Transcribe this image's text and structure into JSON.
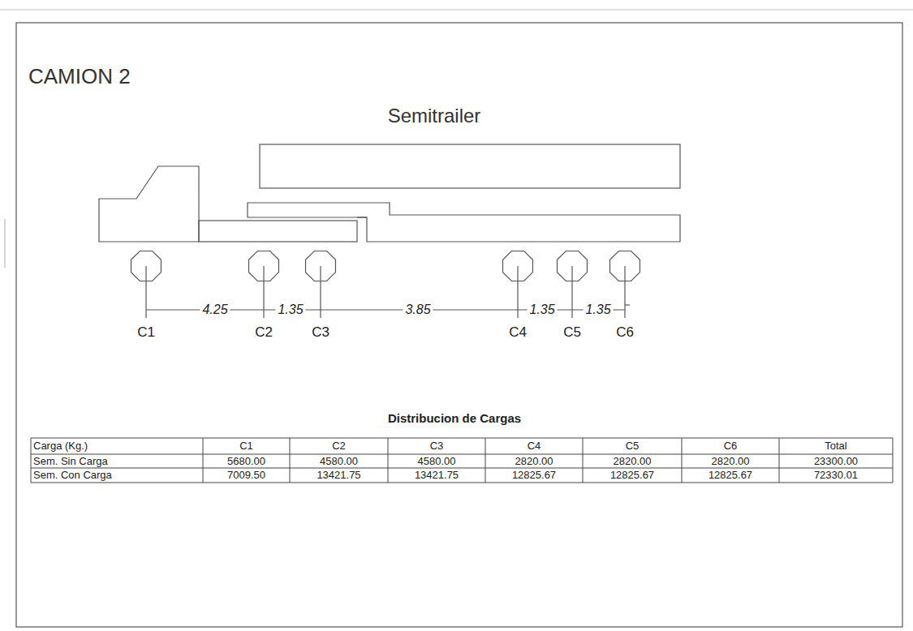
{
  "diagram": {
    "title": "CAMION 2",
    "labels": [
      "Semitrailer",
      "4.25",
      "1.35",
      "3.85",
      "1.35",
      "1.35",
      "C1",
      "C2",
      "C3",
      "C4",
      "C5",
      "C6",
      "Distribucion de Cargas",
      "Carga (Kg.)",
      "C1",
      "C2",
      "C3",
      "C4",
      "C5",
      "C6",
      "Total",
      "Sem. Sin Carga",
      "5680.00",
      "4580.00",
      "4580.00",
      "2820.00",
      "2820.00",
      "2820.00",
      "23300.00",
      "Sem. Con Carga",
      "7009.50",
      "13421.75",
      "13421.75",
      "12825.67",
      "12825.67",
      "12825.67",
      "72330.01"
    ]
  }
}
